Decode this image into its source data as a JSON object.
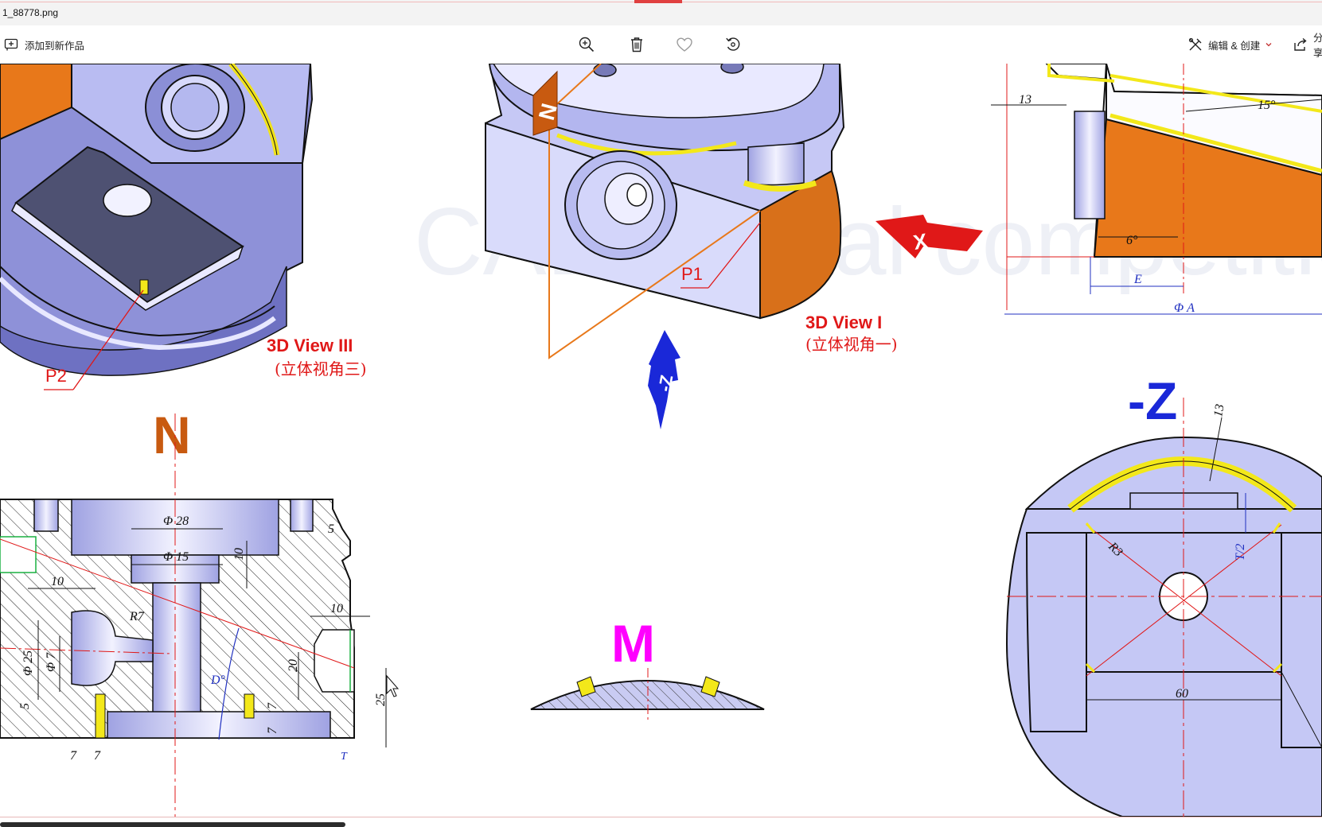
{
  "window": {
    "title": "1_88778.png"
  },
  "toolbar": {
    "add_label": "添加到新作品",
    "edit_create_label": "编辑 & 创建",
    "share_label": "分享"
  },
  "drawing": {
    "view_iii_title": "3D View III",
    "view_iii_sub": "(立体视角三)",
    "view_i_title": "3D View I",
    "view_i_sub": "(立体视角一)",
    "p1": "P1",
    "p2": "P2",
    "section_n": "N",
    "section_m": "M",
    "view_minus_z": "-Z",
    "arrow_n": "N",
    "arrow_z": "-Z",
    "arrow_x": "X",
    "watermark": "CAD Digital competition",
    "dims": {
      "d13_top": "13",
      "d15deg": "15°",
      "d6deg": "6°",
      "dE": "E",
      "dPhiA": "Φ A",
      "dPhi28": "Φ 28",
      "dPhi15": "Φ 15",
      "d10_left": "10",
      "d10_vert": "10",
      "d5": "5",
      "dR7": "R7",
      "d10_right": "10",
      "d20": "20",
      "dPhi25": "Φ 25",
      "dPhi7": "Φ 7",
      "d5_left": "5",
      "dD": "D°",
      "d7a": "7",
      "d7b": "7",
      "d25": "25",
      "d7c": "7",
      "d7d": "7",
      "dT": "T",
      "d13_z": "13",
      "dR3": "R3",
      "dT2": "T/2",
      "d60": "60"
    }
  },
  "colors": {
    "part": "#c5c8f5",
    "part_dark": "#7d80c8",
    "orange": "#e8781a",
    "yellow": "#f3e81a",
    "label_red": "#e01818",
    "n_color": "#c85a10",
    "m_color": "#ff00ff",
    "z_color": "#1a28d8",
    "dim_blue": "#2030c0"
  }
}
